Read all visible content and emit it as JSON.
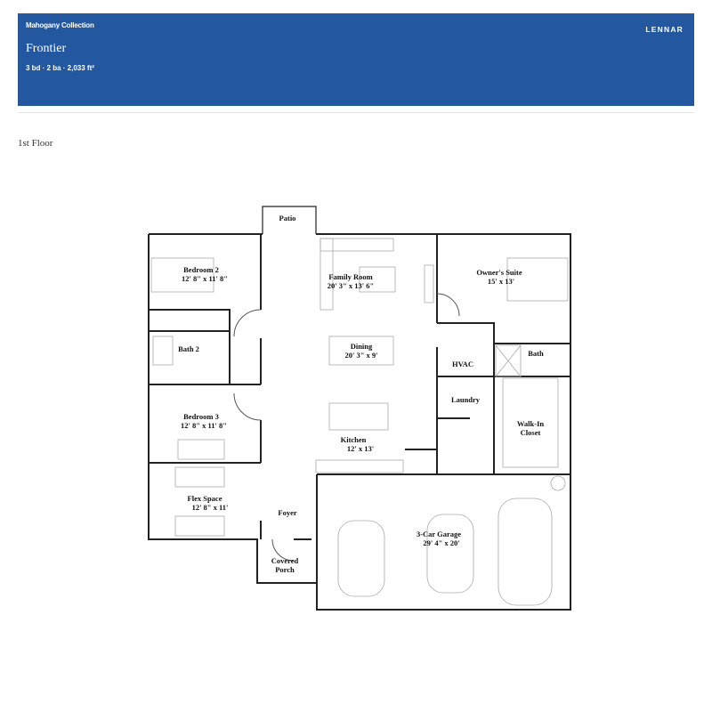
{
  "header": {
    "collection": "Mahogany Collection",
    "plan_name": "Frontier",
    "specs": "3 bd · 2 ba · 2,033 ft²",
    "brand": "LENNAR",
    "background_color": "#2358a0"
  },
  "floor_label": "1st Floor",
  "rooms": {
    "patio": {
      "name": "Patio"
    },
    "bedroom2": {
      "name": "Bedroom 2",
      "size": "12' 8\" x 11' 8\""
    },
    "family_room": {
      "name": "Family Room",
      "size": "20' 3\" x 13' 6\""
    },
    "owners_suite": {
      "name": "Owner's Suite",
      "size": "15' x 13'"
    },
    "bath2": {
      "name": "Bath 2"
    },
    "dining": {
      "name": "Dining",
      "size": "20' 3\" x 9'"
    },
    "hvac": {
      "name": "HVAC"
    },
    "bath": {
      "name": "Bath"
    },
    "laundry": {
      "name": "Laundry"
    },
    "walk_in_closet": {
      "name": "Walk-In",
      "name2": "Closet"
    },
    "bedroom3": {
      "name": "Bedroom 3",
      "size": "12' 8\" x 11' 8\""
    },
    "kitchen": {
      "name": "Kitchen",
      "size": "12' x 13'"
    },
    "flex_space": {
      "name": "Flex Space",
      "size": "12' 8\" x 11'"
    },
    "foyer": {
      "name": "Foyer"
    },
    "garage": {
      "name": "3-Car Garage",
      "size": "29' 4\" x 20'"
    },
    "covered_porch": {
      "name": "Covered",
      "name2": "Porch"
    }
  }
}
